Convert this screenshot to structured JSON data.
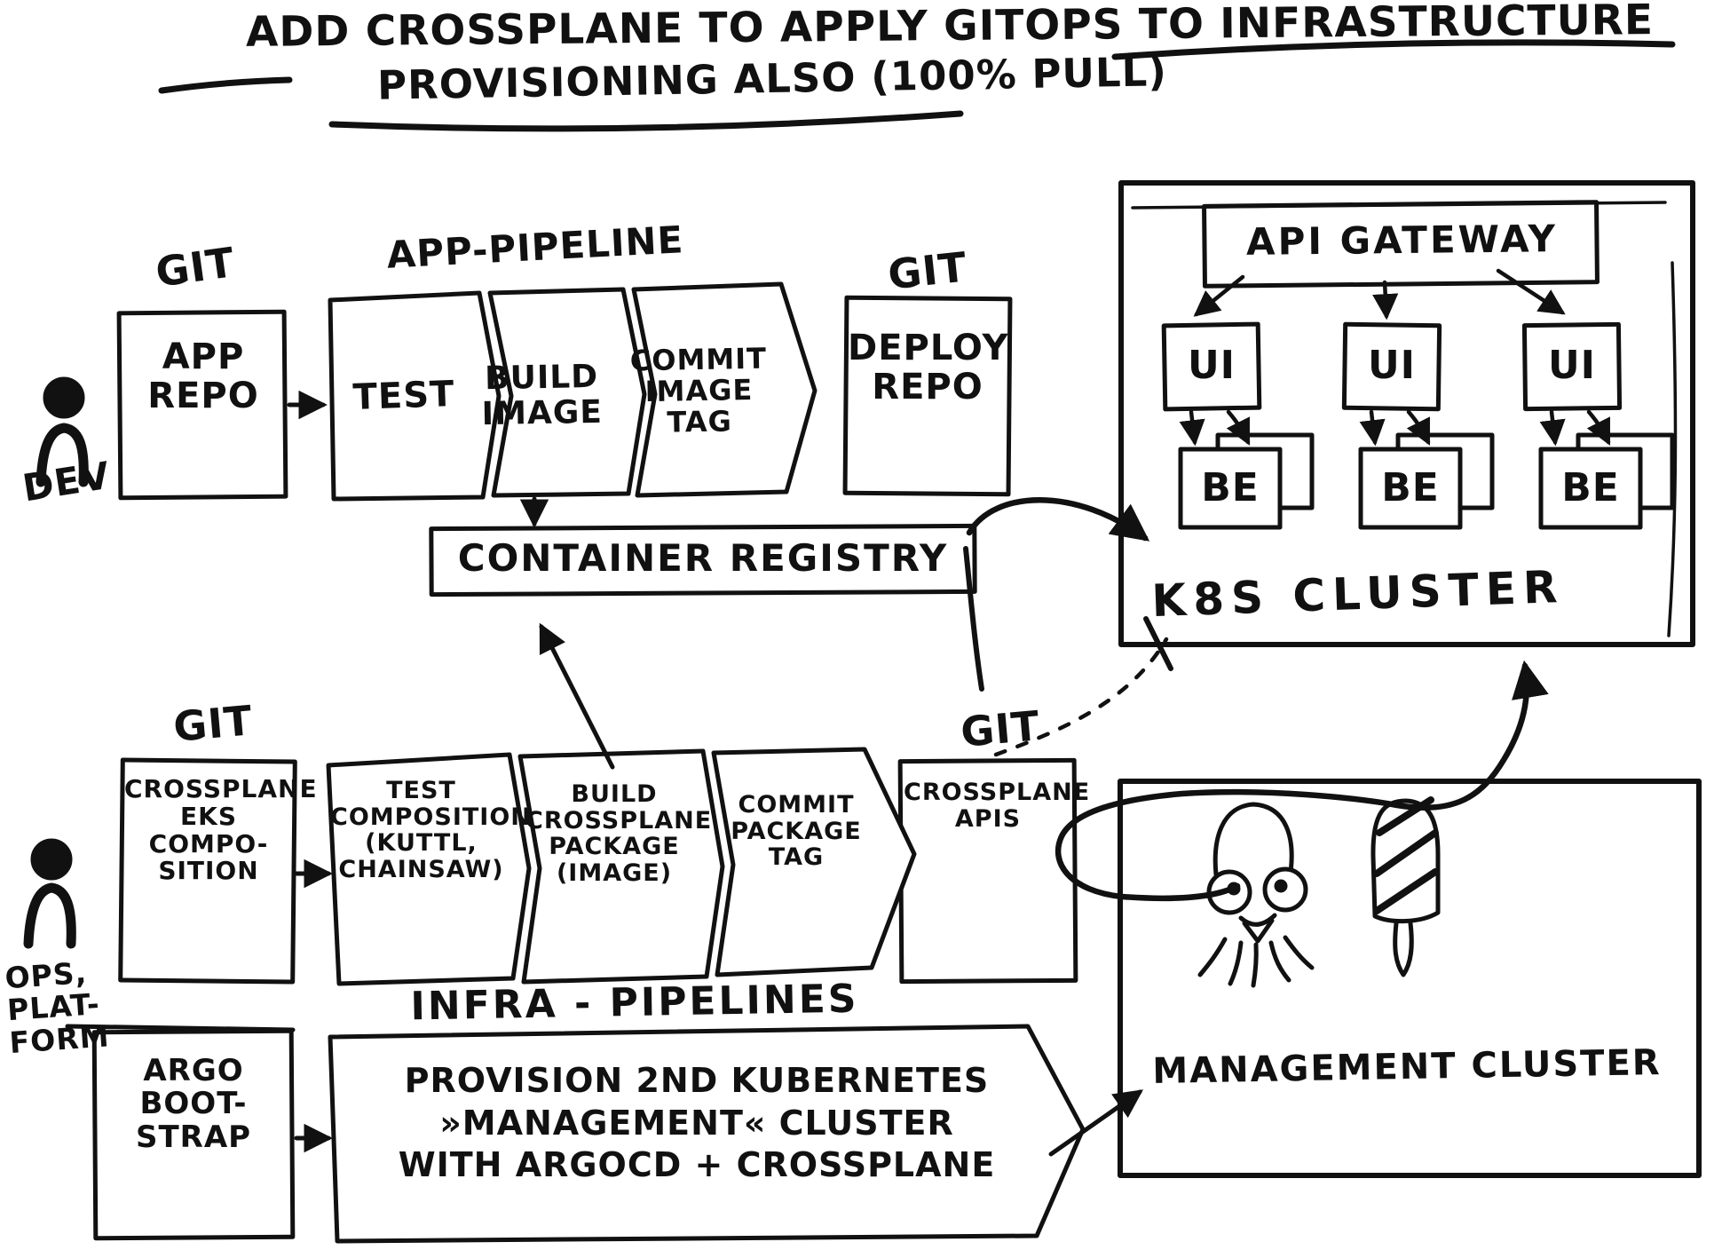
{
  "title": {
    "line1": "ADD CROSSPLANE TO APPLY GITOPS TO INFRASTRUCTURE",
    "line2": "PROVISIONING ALSO (100% PULL)"
  },
  "actors": {
    "dev": "DEV",
    "ops": "OPS,\nPLAT-\nFORM"
  },
  "app_flow": {
    "git_label": "GIT",
    "app_repo": "APP\nREPO",
    "pipeline_label": "APP-PIPELINE",
    "test": "TEST",
    "build_image": "BUILD\nIMAGE",
    "commit_image_tag": "COMMIT\nIMAGE\nTAG",
    "deploy_git_label": "GIT",
    "deploy_repo": "DEPLOY\nREPO"
  },
  "registry": {
    "label": "CONTAINER REGISTRY"
  },
  "k8s": {
    "api_gateway": "API GATEWAY",
    "ui": "UI",
    "be": "BE",
    "label": "K8S CLUSTER"
  },
  "infra_flow": {
    "git_label": "GIT",
    "eks_composition": "CROSSPLANE\nEKS\nCOMPO-\nSITION",
    "test_composition": "TEST\nCOMPOSITION\n(KUTTL,\nCHAINSAW)",
    "build_package": "BUILD\nCROSSPLANE\nPACKAGE\n(IMAGE)",
    "commit_package_tag": "COMMIT\nPACKAGE\nTAG",
    "pipeline_label": "INFRA - PIPELINES",
    "apis_git_label": "GIT",
    "crossplane_apis": "CROSSPLANE\nAPIS"
  },
  "bootstrap": {
    "argo": "ARGO\nBOOT-\nSTRAP",
    "provision": "PROVISION 2ND KUBERNETES\n»MANAGEMENT« CLUSTER\nWITH ARGOCD + CROSSPLANE"
  },
  "management": {
    "label": "MANAGEMENT CLUSTER"
  },
  "icons": {
    "dev": "person-icon",
    "ops": "person-icon",
    "argocd": "octopus-icon",
    "crossplane": "popsicle-icon"
  },
  "colors": {
    "ink": "#111111",
    "background": "#ffffff"
  }
}
